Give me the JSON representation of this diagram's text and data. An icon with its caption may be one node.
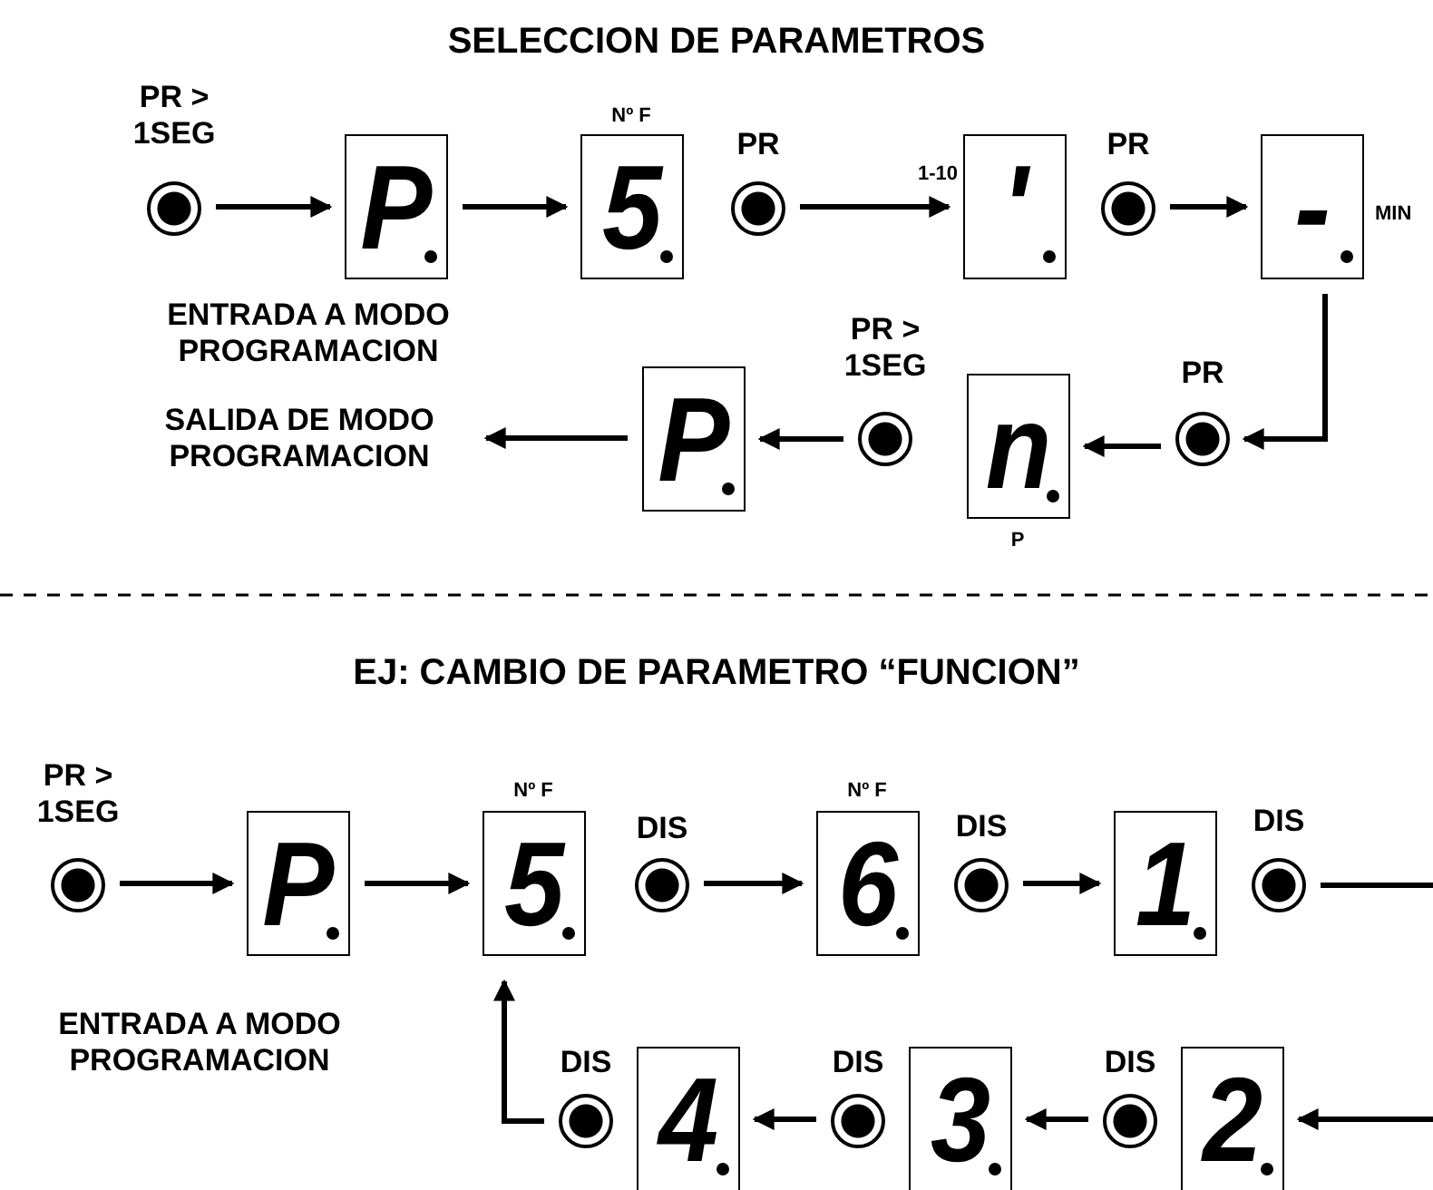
{
  "diagram": {
    "title": "SELECCION DE PARAMETROS",
    "nodes": [
      {
        "text": [],
        "shape": "circle",
        "beside": [
          "PR > 1SEG"
        ]
      },
      {
        "text": [
          "P"
        ]
      },
      {
        "text": [
          "5"
        ],
        "beside": [
          "Nº F"
        ]
      },
      {
        "text": [],
        "shape": "circle",
        "beside": [
          "PR"
        ]
      },
      {
        "text": [
          "'"
        ],
        "beside": [
          "1-10"
        ]
      },
      {
        "text": [],
        "shape": "circle",
        "beside": [
          "PR"
        ]
      },
      {
        "text": [
          "-"
        ],
        "beside": [
          "MIN"
        ]
      },
      {
        "text": [],
        "shape": "circle",
        "beside": [
          "PR"
        ]
      },
      {
        "text": [
          "n"
        ],
        "beside": [
          "P"
        ]
      },
      {
        "text": [],
        "shape": "circle",
        "beside": [
          "PR > 1SEG"
        ]
      },
      {
        "text": [
          "P"
        ]
      },
      {
        "text": [
          "SALIDA DE MODO PROGRAMACION"
        ]
      },
      {
        "text": [],
        "shape": "circle",
        "beside": [
          "PR > 1SEG"
        ]
      },
      {
        "text": [
          "P"
        ]
      },
      {
        "text": [
          "5"
        ],
        "beside": [
          "Nº F"
        ]
      },
      {
        "text": [],
        "shape": "circle",
        "beside": [
          "DIS"
        ]
      },
      {
        "text": [
          "6"
        ],
        "beside": [
          "Nº F"
        ]
      },
      {
        "text": [],
        "shape": "circle",
        "beside": [
          "DIS"
        ]
      },
      {
        "text": [
          "1"
        ]
      },
      {
        "text": [],
        "shape": "circle",
        "beside": [
          "DIS"
        ]
      },
      {
        "text": [],
        "shape": "circle",
        "beside": [
          "DIS"
        ]
      },
      {
        "text": [
          "4"
        ]
      },
      {
        "text": [],
        "shape": "circle",
        "beside": [
          "DIS"
        ]
      },
      {
        "text": [
          "3"
        ]
      },
      {
        "text": [],
        "shape": "circle",
        "beside": [
          "DIS"
        ]
      },
      {
        "text": [
          "2"
        ]
      }
    ],
    "edges": [
      {
        "from": 0,
        "to": 1,
        "arrow": "to"
      },
      {
        "from": 1,
        "to": 2,
        "arrow": "to"
      },
      {
        "from": 3,
        "to": 4,
        "arrow": "to"
      },
      {
        "from": 5,
        "to": 6,
        "arrow": "to"
      },
      {
        "from": 6,
        "to": 7,
        "arrow": "to"
      },
      {
        "from": 7,
        "to": 8,
        "arrow": "to"
      },
      {
        "from": 9,
        "to": 10,
        "arrow": "to"
      },
      {
        "from": 10,
        "to": 11,
        "arrow": "to"
      },
      {
        "from": 12,
        "to": 13,
        "arrow": "to"
      },
      {
        "from": 13,
        "to": 14,
        "arrow": "to"
      },
      {
        "from": 15,
        "to": 16,
        "arrow": "to"
      },
      {
        "from": 17,
        "to": 18,
        "arrow": "to"
      },
      {
        "from": 19,
        "to": null,
        "arrow": "none"
      },
      {
        "from": null,
        "to": 25,
        "arrow": "to"
      },
      {
        "from": 24,
        "to": 23,
        "arrow": "to"
      },
      {
        "from": 22,
        "to": 21,
        "arrow": "to"
      },
      {
        "from": 20,
        "to": 14,
        "arrow": "to"
      }
    ],
    "labels": [
      "ENTRADA A MODO PROGRAMACION",
      "EJ: CAMBIO DE PARAMETRO “FUNCION”",
      "ENTRADA A MODO PROGRAMACION"
    ]
  }
}
